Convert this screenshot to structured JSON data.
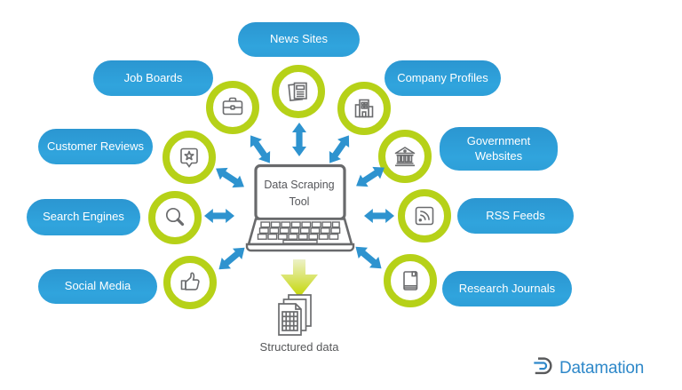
{
  "center": {
    "tool_label": "Data Scraping Tool"
  },
  "sources": [
    {
      "label": "News Sites",
      "icon": "newspaper-icon"
    },
    {
      "label": "Job Boards",
      "icon": "briefcase-icon"
    },
    {
      "label": "Company Profiles",
      "icon": "office-building-icon"
    },
    {
      "label": "Customer Reviews",
      "icon": "star-review-bubble-icon"
    },
    {
      "label": "Government Websites",
      "icon": "bank-icon"
    },
    {
      "label": "Search Engines",
      "icon": "magnifier-icon"
    },
    {
      "label": "RSS Feeds",
      "icon": "rss-icon"
    },
    {
      "label": "Social Media",
      "icon": "thumbs-up-icon"
    },
    {
      "label": "Research Journals",
      "icon": "book-icon"
    }
  ],
  "output": {
    "label": "Structured data"
  },
  "brand": {
    "name": "Datamation"
  },
  "colors": {
    "pill_blue": "#2e9ed8",
    "arrow_blue": "#2e93cf",
    "ring_lime": "#b6d118",
    "icon_gray": "#6b6c6e",
    "text_gray": "#57585a",
    "brand_blue": "#2e88c9",
    "output_arrow_green": "#c3d600"
  }
}
